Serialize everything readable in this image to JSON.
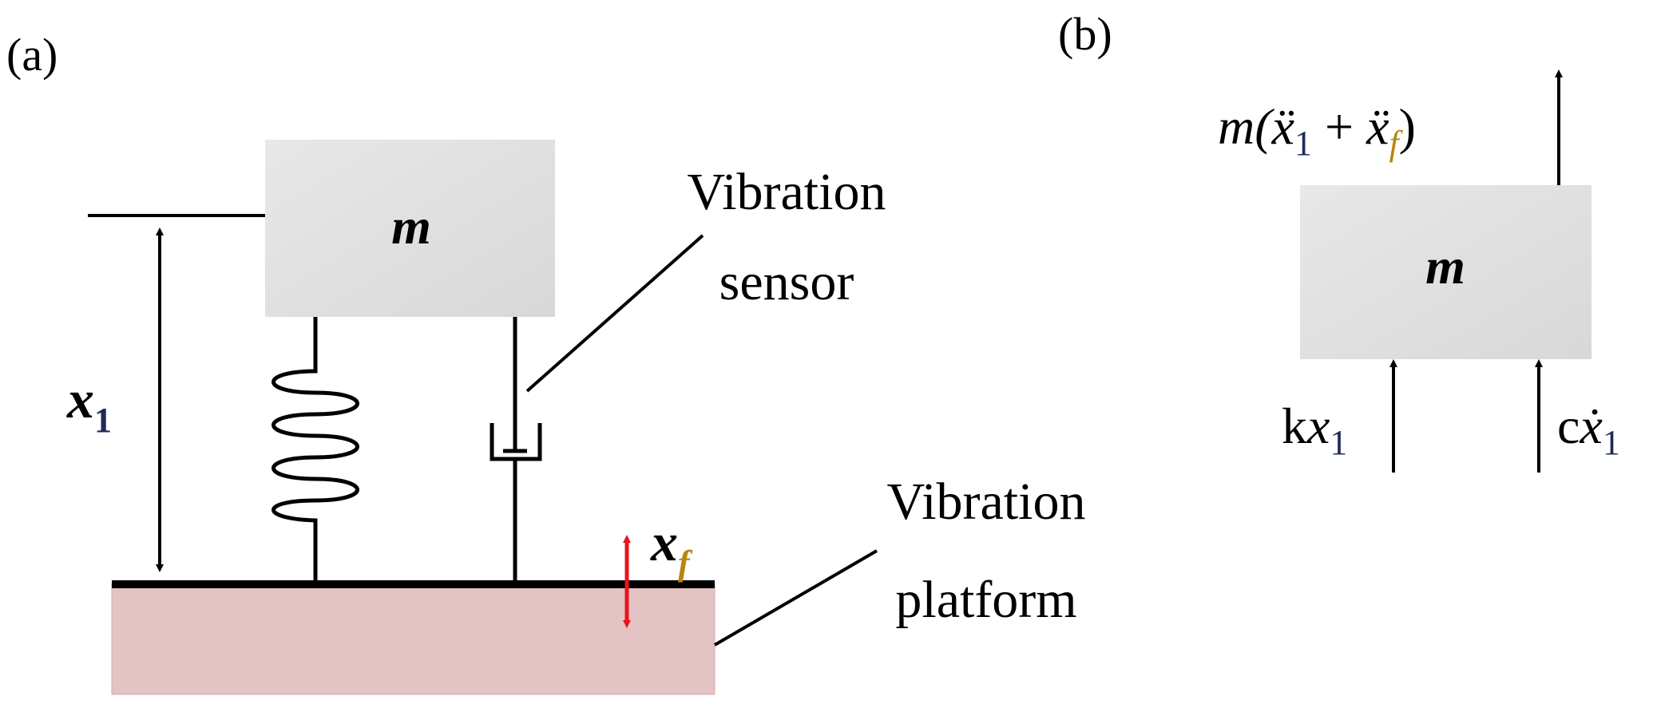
{
  "panel_a": {
    "label": "(a)",
    "mass_label": "m",
    "displacement": {
      "symbol": "x",
      "sub": "1"
    },
    "platform_displacement": {
      "symbol": "x",
      "sub": "f"
    },
    "sensor_label": [
      "Vibration",
      "sensor"
    ],
    "platform_label": [
      "Vibration",
      "platform"
    ]
  },
  "panel_b": {
    "label": "(b)",
    "mass_label": "m",
    "inertia_force": {
      "prefix": "m(",
      "term1": "ẍ",
      "sub1": "1",
      "plus": " + ",
      "term2": "ẍ",
      "sub2": "f",
      "suffix": ")"
    },
    "spring_force": {
      "coef": "k",
      "symbol": "x",
      "sub": "1"
    },
    "damper_force": {
      "coef": "c",
      "symbol": "ẋ",
      "sub": "1"
    }
  },
  "colors": {
    "mass_fill": "#e6e6e6",
    "platform_fill": "#e3c3c3",
    "platform_arrow": "#e8141c",
    "subscript_blue": "#1f2a57",
    "subscript_gold": "#b8860b"
  }
}
